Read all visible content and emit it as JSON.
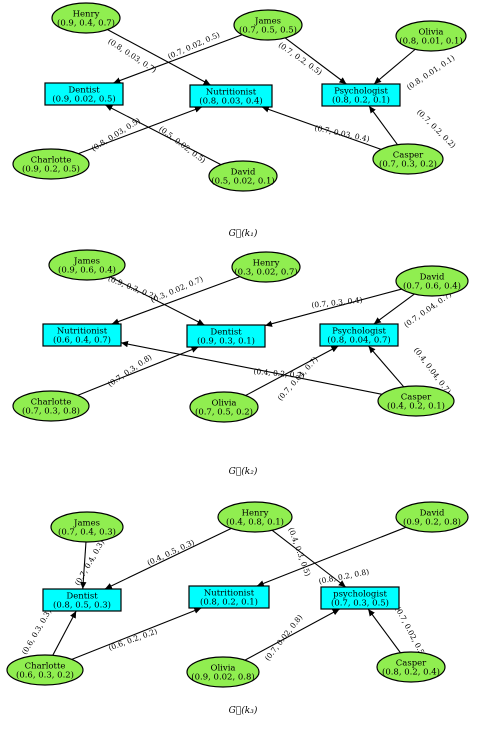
{
  "colors": {
    "person_fill": "#90ee50",
    "service_fill": "#00ffff",
    "stroke": "#000000"
  },
  "graphs": [
    {
      "caption": "G⃗(k₁)",
      "nodes": [
        {
          "id": "henry",
          "shape": "ellipse",
          "name": "Henry",
          "values": "(0.9, 0.4, 0.7)"
        },
        {
          "id": "james",
          "shape": "ellipse",
          "name": "James",
          "values": "(0.7, 0.5, 0.5)"
        },
        {
          "id": "olivia",
          "shape": "ellipse",
          "name": "Olivia",
          "values": "(0.8, 0.01, 0.1)"
        },
        {
          "id": "dentist",
          "shape": "rect",
          "name": "Dentist",
          "values": "(0.9, 0.02, 0.5)"
        },
        {
          "id": "nutritionist",
          "shape": "rect",
          "name": "Nutritionist",
          "values": "(0.8, 0.03, 0.4)"
        },
        {
          "id": "psychologist",
          "shape": "rect",
          "name": "Psychologist",
          "values": "(0.8, 0.2, 0.1)"
        },
        {
          "id": "charlotte",
          "shape": "ellipse",
          "name": "Charlotte",
          "values": "(0.9, 0.2, 0.5)"
        },
        {
          "id": "david",
          "shape": "ellipse",
          "name": "David",
          "values": "(0.5, 0.02, 0.1)"
        },
        {
          "id": "casper",
          "shape": "ellipse",
          "name": "Casper",
          "values": "(0.7, 0.3, 0.2)"
        }
      ],
      "edges": [
        {
          "from": "henry",
          "to": "nutritionist",
          "label": "(0.8, 0.03, 0.7)"
        },
        {
          "from": "james",
          "to": "dentist",
          "label": "(0.7, 0.02, 0.5)"
        },
        {
          "from": "james",
          "to": "psychologist",
          "label": "(0.7, 0.2, 0.5)"
        },
        {
          "from": "olivia",
          "to": "psychologist",
          "label": "(0.8, 0.01, 0.1)"
        },
        {
          "from": "casper",
          "to": "psychologist",
          "label": "(0.7, 0.2, 0.2)"
        },
        {
          "from": "casper",
          "to": "nutritionist",
          "label": "(0.7, 0.03, 0.4)"
        },
        {
          "from": "charlotte",
          "to": "nutritionist",
          "label": "(0.8, 0.03, 0.5)"
        },
        {
          "from": "david",
          "to": "dentist",
          "label": "(0.5, 0.02, 0.5)"
        }
      ]
    },
    {
      "caption": "G⃗(k₂)",
      "nodes": [
        {
          "id": "james",
          "shape": "ellipse",
          "name": "James",
          "values": "(0.9, 0.6, 0.4)"
        },
        {
          "id": "henry",
          "shape": "ellipse",
          "name": "Henry",
          "values": "(0.3, 0.02, 0.7)"
        },
        {
          "id": "david",
          "shape": "ellipse",
          "name": "David",
          "values": "(0.7, 0.6, 0.4)"
        },
        {
          "id": "nutritionist",
          "shape": "rect",
          "name": "Nutritionist",
          "values": "(0.6, 0.4, 0.7)"
        },
        {
          "id": "dentist",
          "shape": "rect",
          "name": "Dentist",
          "values": "(0.9, 0.3, 0.1)"
        },
        {
          "id": "psychologist",
          "shape": "rect",
          "name": "Psychologist",
          "values": "(0.8, 0.04, 0.7)"
        },
        {
          "id": "charlotte",
          "shape": "ellipse",
          "name": "Charlotte",
          "values": "(0.7, 0.3, 0.8)"
        },
        {
          "id": "olivia",
          "shape": "ellipse",
          "name": "Olivia",
          "values": "(0.7, 0.5, 0.2)"
        },
        {
          "id": "casper",
          "shape": "ellipse",
          "name": "Casper",
          "values": "(0.4, 0.2, 0.1)"
        }
      ],
      "edges": [
        {
          "from": "james",
          "to": "dentist",
          "label": "(0.9, 0.3, 0.2)"
        },
        {
          "from": "henry",
          "to": "nutritionist",
          "label": "(0.3, 0.02, 0.7)"
        },
        {
          "from": "david",
          "to": "dentist",
          "label": "(0.7, 0.3, 0.4)"
        },
        {
          "from": "david",
          "to": "psychologist",
          "label": "(0.7, 0.04, 0.7)"
        },
        {
          "from": "casper",
          "to": "psychologist",
          "label": "(0.4, 0.04, 0.7)"
        },
        {
          "from": "casper",
          "to": "nutritionist",
          "label": "(0.4, 0.2, 0.7)"
        },
        {
          "from": "charlotte",
          "to": "dentist",
          "label": "(0.7, 0.3, 0.8)"
        },
        {
          "from": "olivia",
          "to": "psychologist",
          "label": "(0.7, 0.04, 0.7)"
        }
      ]
    },
    {
      "caption": "G⃗(k₃)",
      "nodes": [
        {
          "id": "james",
          "shape": "ellipse",
          "name": "James",
          "values": "(0.7, 0.4, 0.3)"
        },
        {
          "id": "henry",
          "shape": "ellipse",
          "name": "Henry",
          "values": "(0.4, 0.8, 0.1)"
        },
        {
          "id": "david",
          "shape": "ellipse",
          "name": "David",
          "values": "(0.9, 0.2, 0.8)"
        },
        {
          "id": "dentist",
          "shape": "rect",
          "name": "Dentist",
          "values": "(0.8, 0.5, 0.3)"
        },
        {
          "id": "nutritionist",
          "shape": "rect",
          "name": "Nutritionist",
          "values": "(0.8, 0.2, 0.1)"
        },
        {
          "id": "psychologist",
          "shape": "rect",
          "name": "psychologist",
          "values": "(0.7, 0.3, 0.5)"
        },
        {
          "id": "charlotte",
          "shape": "ellipse",
          "name": "Charlotte",
          "values": "(0.6, 0.3, 0.2)"
        },
        {
          "id": "olivia",
          "shape": "ellipse",
          "name": "Olivia",
          "values": "(0.9, 0.02, 0.8)"
        },
        {
          "id": "casper",
          "shape": "ellipse",
          "name": "Casper",
          "values": "(0.8, 0.2, 0.4)"
        }
      ],
      "edges": [
        {
          "from": "james",
          "to": "dentist",
          "label": "(0.7, 0.4, 0.3)"
        },
        {
          "from": "henry",
          "to": "dentist",
          "label": "(0.4, 0.5, 0.3)"
        },
        {
          "from": "henry",
          "to": "psychologist",
          "label": "(0.4, 0.3, 0.5)"
        },
        {
          "from": "david",
          "to": "nutritionist",
          "label": "(0.8, 0.2, 0.8)"
        },
        {
          "from": "charlotte",
          "to": "dentist",
          "label": "(0.6, 0.3, 0.3)"
        },
        {
          "from": "charlotte",
          "to": "nutritionist",
          "label": "(0.6, 0.2, 0.2)"
        },
        {
          "from": "olivia",
          "to": "psychologist",
          "label": "(0.7, 0.02, 0.8)"
        },
        {
          "from": "casper",
          "to": "psychologist",
          "label": "(0.7, 0.02, 0.5)"
        }
      ]
    }
  ]
}
